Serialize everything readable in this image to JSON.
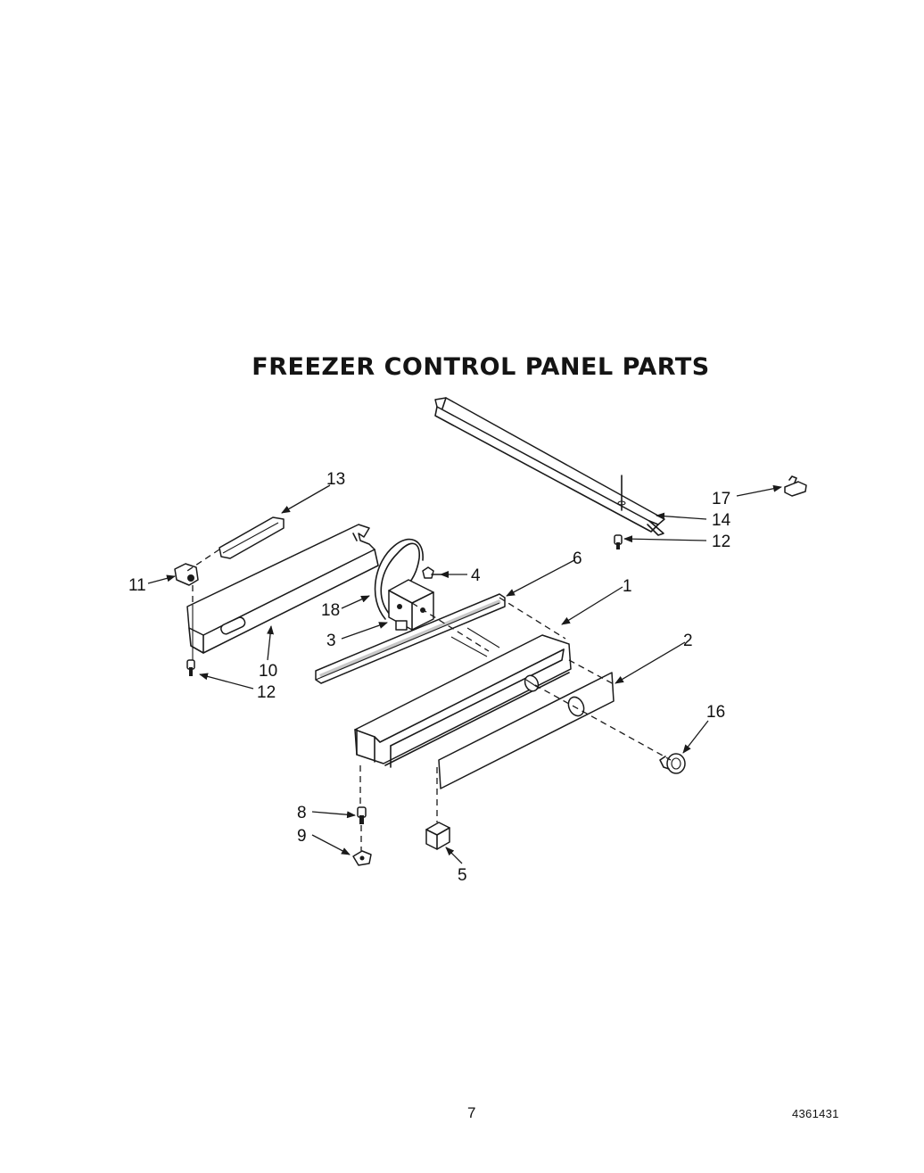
{
  "title": "FREEZER CONTROL PANEL PARTS",
  "page_number": "7",
  "document_number": "4361431",
  "callouts": {
    "c1": "1",
    "c2": "2",
    "c3": "3",
    "c4": "4",
    "c5": "5",
    "c6": "6",
    "c8": "8",
    "c9": "9",
    "c10": "10",
    "c11": "11",
    "c12a": "12",
    "c12b": "12",
    "c13": "13",
    "c14": "14",
    "c16": "16",
    "c17": "17",
    "c18": "18"
  }
}
